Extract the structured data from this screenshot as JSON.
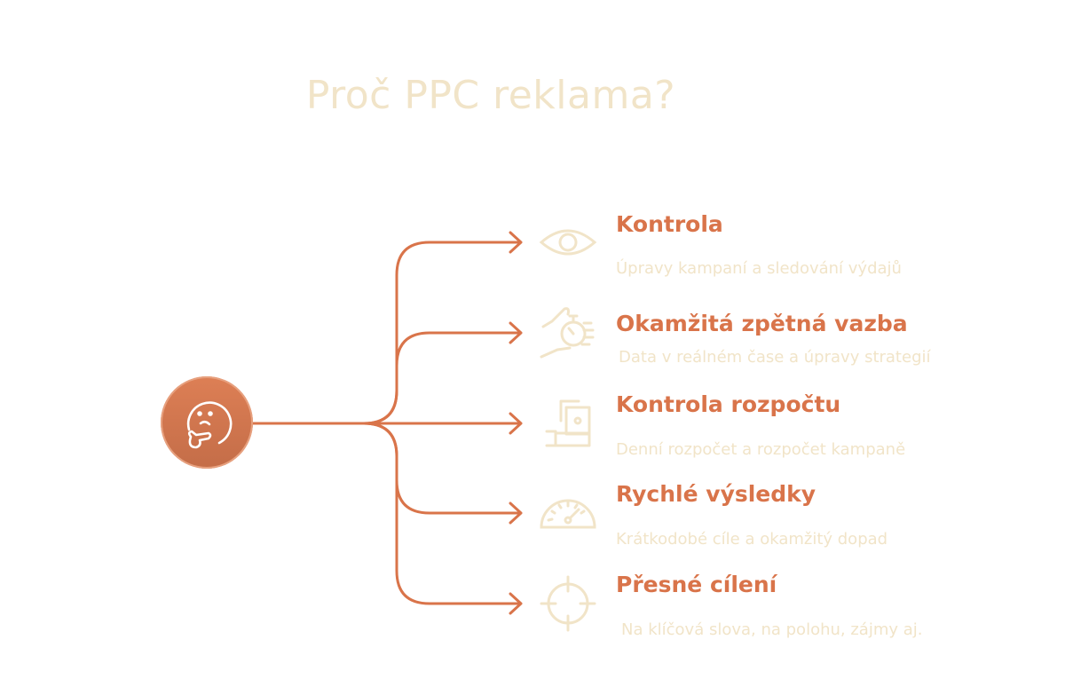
{
  "title": "Proč PPC reklama?",
  "colors": {
    "accent": "#d9744a",
    "light": "#f1e4c8"
  },
  "hub_icon": "thinking-face-icon",
  "items": [
    {
      "heading": "Kontrola",
      "text": "Úpravy kampaní a sledování výdajů",
      "icon": "eye-icon"
    },
    {
      "heading": "Okamžitá zpětná vazba",
      "text": "Data v reálném čase a úpravy strategií",
      "icon": "hand-stopwatch-icon"
    },
    {
      "heading": "Kontrola rozpočtu",
      "text": "Denní rozpočet a rozpočet kampaně",
      "icon": "hand-money-icon"
    },
    {
      "heading": "Rychlé výsledky",
      "text": "Krátkodobé cíle a okamžitý dopad",
      "icon": "speedometer-icon"
    },
    {
      "heading": "Přesné cílení",
      "text": "Na klíčová slova, na polohu, zájmy aj.",
      "icon": "crosshair-icon"
    }
  ]
}
